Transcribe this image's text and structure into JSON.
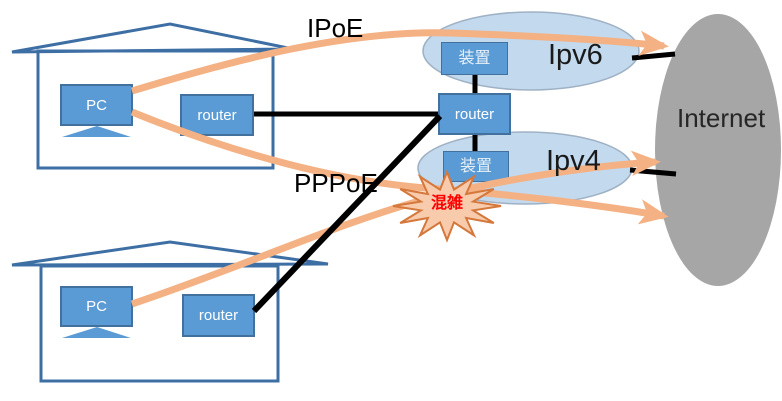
{
  "labels": {
    "ipoe": "IPoE",
    "pppoe": "PPPoE",
    "internet": "Internet",
    "congestion": "混雑"
  },
  "houses": [
    {
      "pc": "PC",
      "router": "router"
    },
    {
      "pc": "PC",
      "router": "router"
    }
  ],
  "provider": {
    "router": "router",
    "ipv6": {
      "zone": "Ipv6",
      "device": "装置"
    },
    "ipv4": {
      "zone": "Ipv4",
      "device": "装置"
    }
  },
  "colors": {
    "node_fill": "#5B9BD5",
    "node_border": "#41719C",
    "house_outline": "#3E6FA4",
    "zone_fill": "#C3D9EE",
    "internet_fill": "#A6A6A6",
    "flow_orange": "#F4B183",
    "line_black": "#000000",
    "burst_fill": "#F8CBAD",
    "burst_border": "#D4783C",
    "congestion_text": "#FF0000"
  }
}
